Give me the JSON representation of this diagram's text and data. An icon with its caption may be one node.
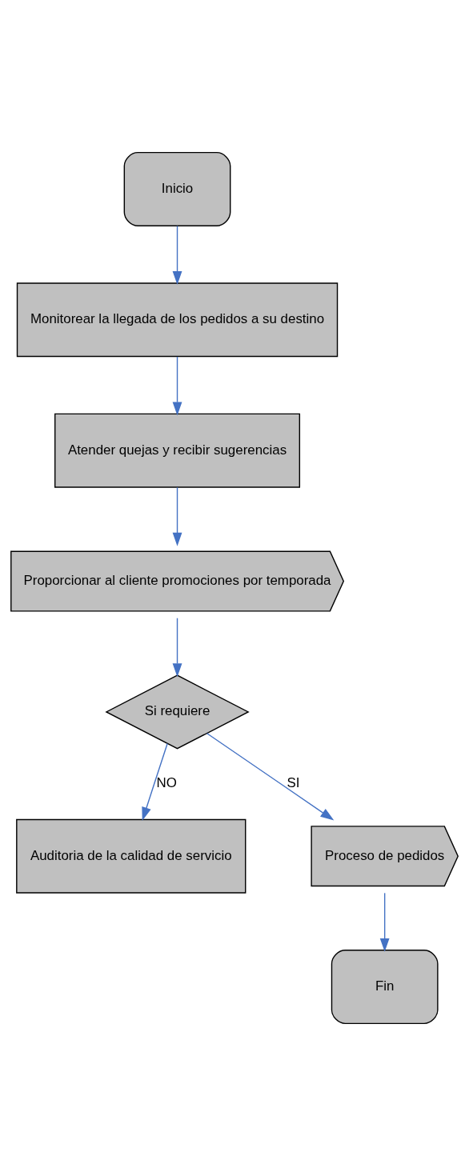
{
  "diagram": {
    "nodes": [
      {
        "text": [
          "Inicio"
        ]
      },
      {
        "text": [
          "Monitorear la llegada de los pedidos a su destino"
        ]
      },
      {
        "text": [
          "Atender quejas y recibir sugerencias"
        ]
      },
      {
        "text": [
          "Proporcionar al cliente promociones por temporada"
        ]
      },
      {
        "text": [
          "Si requiere"
        ]
      },
      {
        "text": [
          "Auditoria de la calidad de servicio"
        ]
      },
      {
        "text": [
          "Proceso de pedidos"
        ]
      },
      {
        "text": [
          "Fin"
        ]
      }
    ],
    "edges": [
      {
        "from": 0,
        "to": 1,
        "arrow": "to"
      },
      {
        "from": 1,
        "to": 2,
        "arrow": "to"
      },
      {
        "from": 2,
        "to": 3,
        "arrow": "to"
      },
      {
        "from": 3,
        "to": 4,
        "arrow": "to"
      },
      {
        "from": 4,
        "to": 5,
        "arrow": "to",
        "label": "NO"
      },
      {
        "from": 4,
        "to": 6,
        "arrow": "to",
        "label": "SI"
      },
      {
        "from": 6,
        "to": 7,
        "arrow": "to"
      }
    ]
  }
}
